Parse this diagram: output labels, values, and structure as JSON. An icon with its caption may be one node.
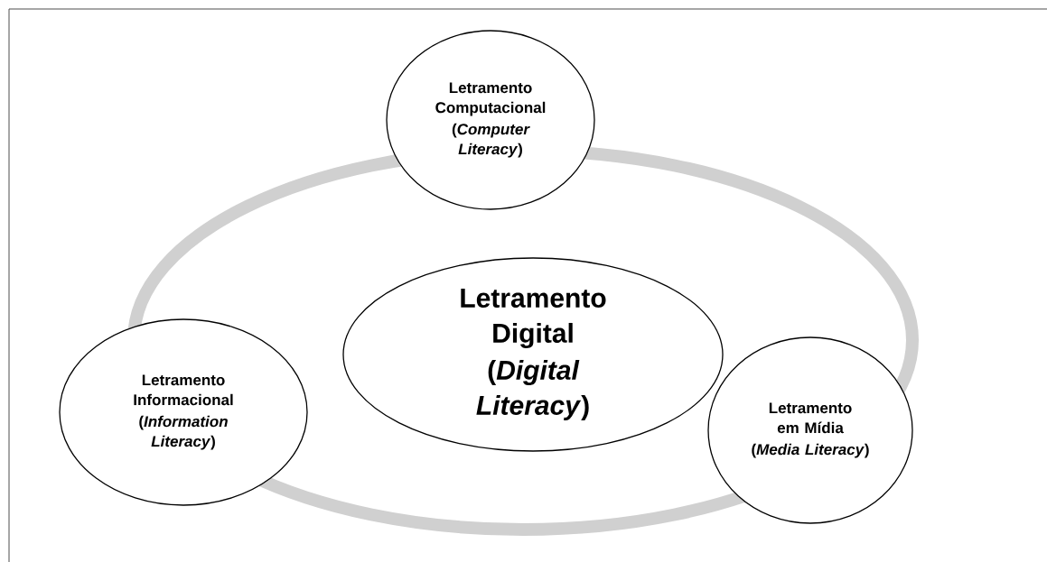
{
  "diagram": {
    "nodes": [
      {
        "text": [
          "Letramento Computacional",
          "(*Computer Literacy*)"
        ]
      },
      {
        "text": [
          "Letramento Digital",
          "(*Digital Literacy*)"
        ]
      },
      {
        "text": [
          "Letramento Informacional",
          "(*Information Literacy*)"
        ]
      },
      {
        "text": [
          "Letramento em Mídia",
          "(*Media Literacy*)"
        ]
      }
    ]
  }
}
